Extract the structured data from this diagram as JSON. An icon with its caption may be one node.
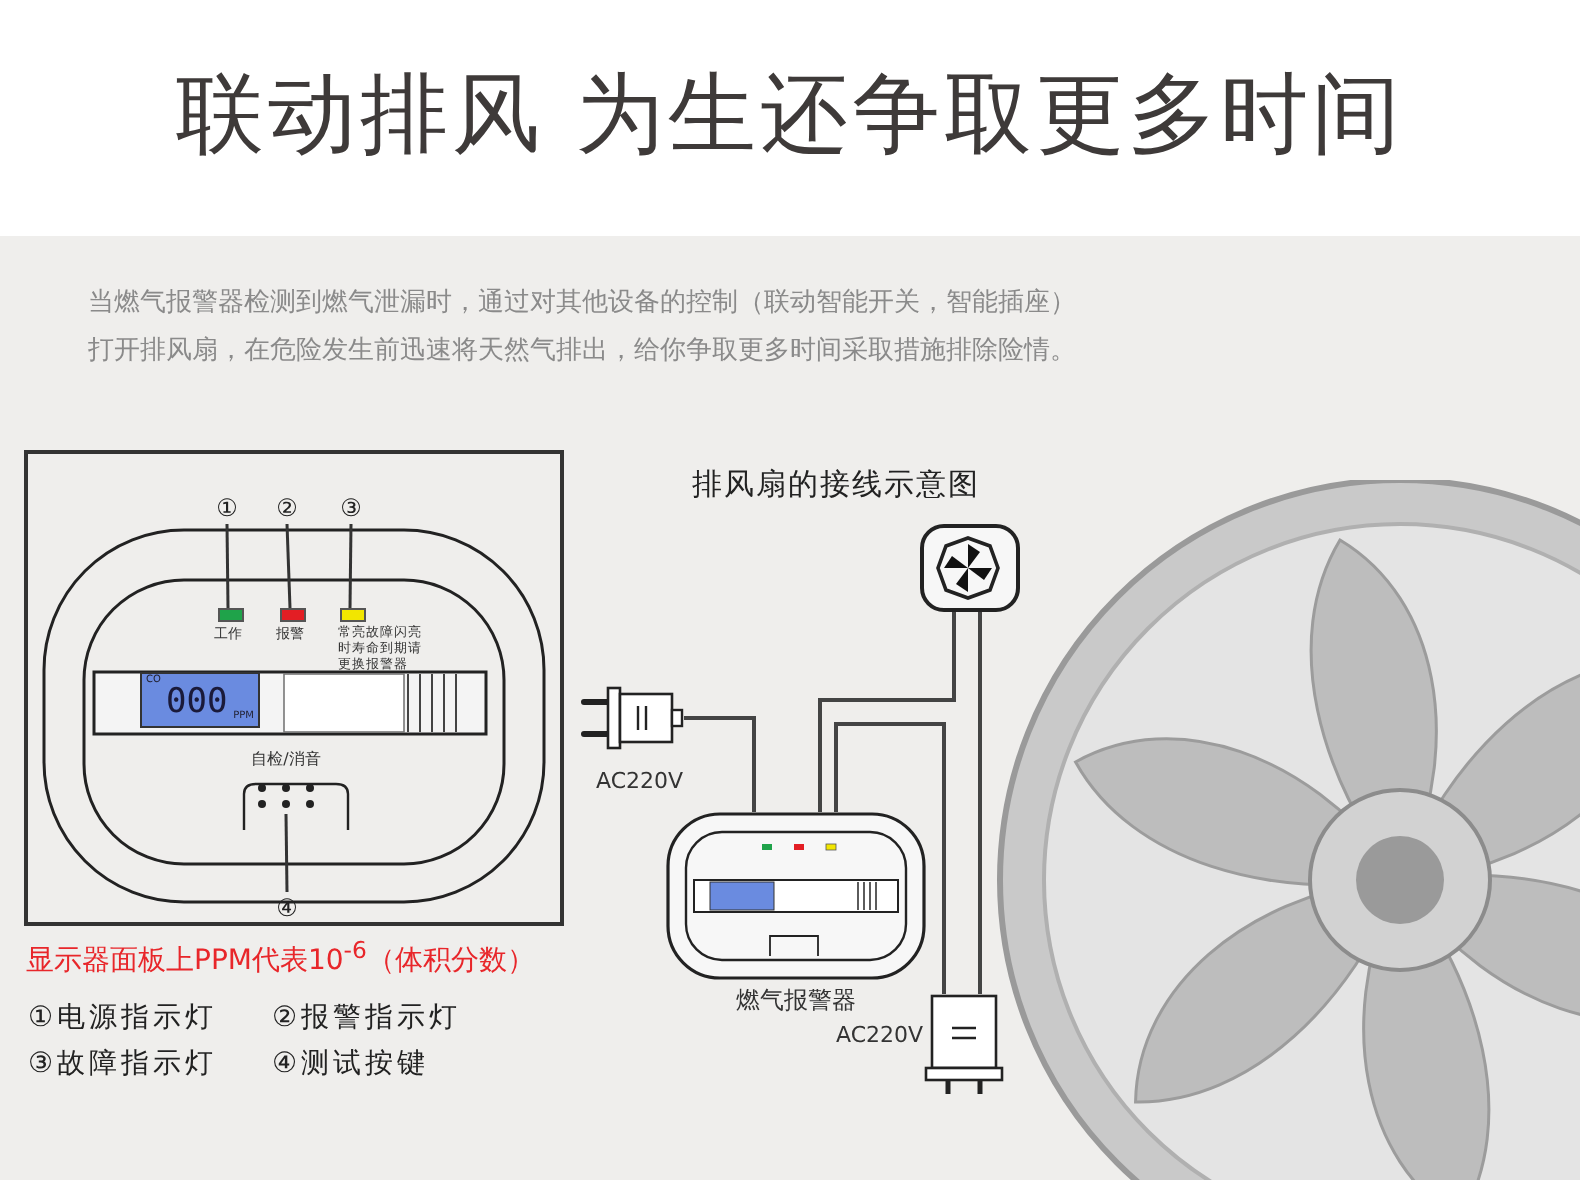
{
  "diagram": {
    "title": "联动排风 为生还争取更多时间",
    "nodes": [
      {
        "text": [],
        "shape": "box"
      },
      {
        "text": [
          "①"
        ],
        "in": 0
      },
      {
        "text": [
          "②"
        ],
        "in": 0
      },
      {
        "text": [
          "③"
        ],
        "in": 0
      },
      {
        "text": [
          "工作"
        ],
        "in": 0
      },
      {
        "text": [
          "报警"
        ],
        "in": 0
      },
      {
        "text": [
          "常亮故障闪亮时寿命到期请更换报警器"
        ],
        "in": 0
      },
      {
        "text": [
          "CO",
          "000",
          "PPM"
        ],
        "in": 0
      },
      {
        "text": [
          "自检/消音"
        ],
        "in": 0
      },
      {
        "text": [
          "④"
        ],
        "in": 0
      },
      {
        "text": [],
        "shape": "picture"
      },
      {
        "text": [],
        "shape": "picture",
        "beside": [
          "AC220V"
        ]
      },
      {
        "text": [
          "燃气报警器"
        ]
      },
      {
        "text": [],
        "shape": "picture",
        "beside": [
          "AC220V"
        ]
      }
    ],
    "edges": [
      {
        "from": 1,
        "to": 4,
        "arrow": "none"
      },
      {
        "from": 2,
        "to": 5,
        "arrow": "none"
      },
      {
        "from": 3,
        "to": 6,
        "arrow": "none"
      },
      {
        "from": 9,
        "to": 8,
        "arrow": "none"
      },
      {
        "from": 11,
        "to": 12,
        "arrow": "none"
      },
      {
        "from": 12,
        "to": 10,
        "arrow": "none"
      },
      {
        "from": 12,
        "to": 13,
        "arrow": "none"
      },
      {
        "from": 10,
        "to": 13,
        "arrow": "none"
      }
    ],
    "labels": [
      "当燃气报警器检测到燃气泄漏时，通过对其他设备的控制（联动智能开关，智能插座）打开排风扇，在危险发生前迅速将天然气排出，给你争取更多时间采取措施排除险情。",
      "排风扇的接线示意图",
      "显示器面板上PPM代表10$^{-6}$（体积分数）",
      "①电源指示灯",
      "②报警指示灯",
      "③故障指示灯",
      "④测试按键"
    ]
  }
}
